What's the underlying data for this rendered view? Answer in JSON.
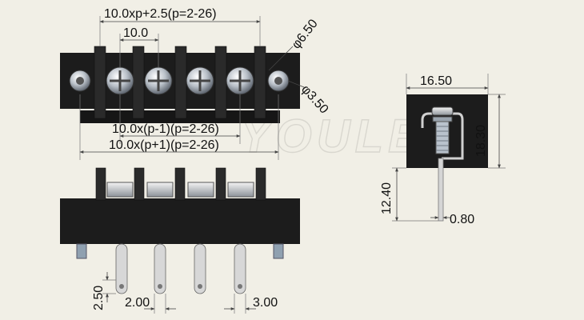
{
  "watermark": "YOULE",
  "top_view": {
    "overall_dim": "10.0xp+2.5(p=2-26)",
    "pitch_dim": "10.0",
    "pitch_count_dim": "10.0x(p-1)(p=2-26)",
    "body_dim": "10.0x(p+1)(p=2-26)",
    "hole_large_dim": "φ6.50",
    "hole_small_dim": "φ3.50"
  },
  "side_view": {
    "width_dim": "16.50",
    "height_dim": "18.30",
    "pin_length_dim": "12.40",
    "pin_thickness_dim": "0.80"
  },
  "front_view": {
    "pin_tip_dim": "2.50",
    "pin_width_dim": "2.00",
    "pin_depth_dim": "3.00"
  }
}
